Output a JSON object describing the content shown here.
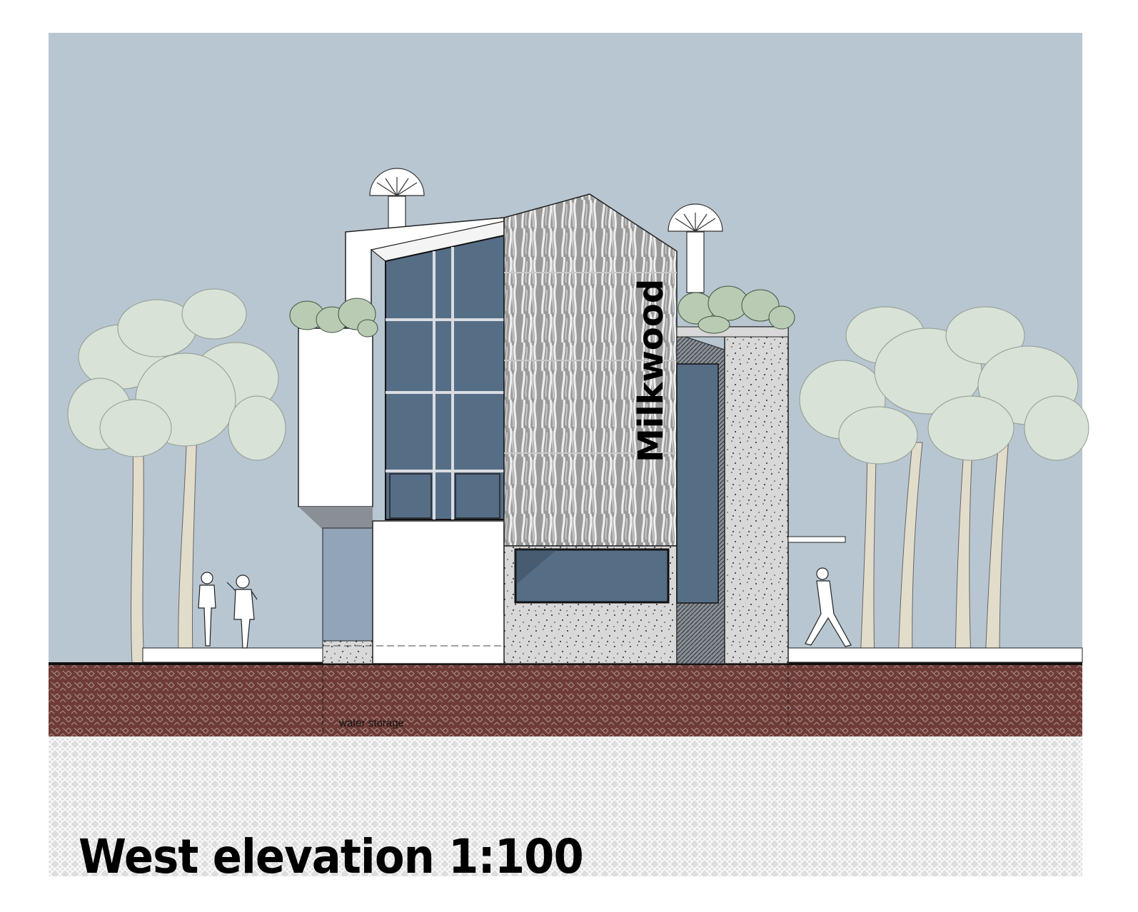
{
  "drawing": {
    "title": "West elevation 1:100",
    "signage": "Milkwood",
    "annotations": {
      "underground": "water storage"
    }
  },
  "palette": {
    "sky": "#b8c6d1",
    "soil": "#6e3b36",
    "bedrock": "#dedede",
    "glass": "#566d86",
    "wall_white": "#ffffff",
    "concrete": "#d6d6d6",
    "foliage": "#d9e2d6",
    "trunk": "#e2dccb"
  }
}
